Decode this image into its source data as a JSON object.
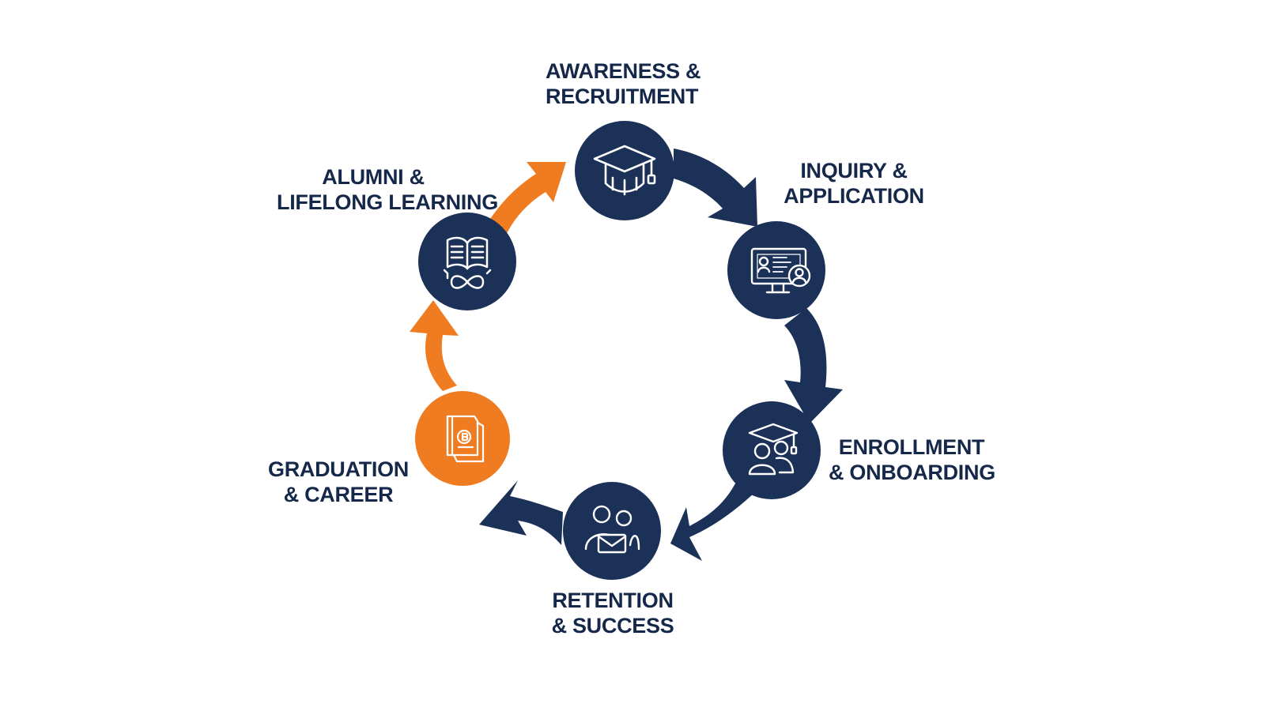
{
  "colors": {
    "navy": "#1b3157",
    "orange": "#f07c22",
    "icon_stroke": "#ffffff",
    "label_text": "#16284a",
    "background": "#ffffff"
  },
  "stages": [
    {
      "id": "awareness",
      "lines": [
        "AWARENESS &",
        "RECRUITMENT"
      ],
      "icon": "graduation-cap-icon",
      "color": "navy"
    },
    {
      "id": "inquiry",
      "lines": [
        "INQUIRY &",
        "APPLICATION"
      ],
      "icon": "computer-profile-icon",
      "color": "navy"
    },
    {
      "id": "enrollment",
      "lines": [
        "ENROLLMENT",
        "& ONBOARDING"
      ],
      "icon": "student-group-cap-icon",
      "color": "navy"
    },
    {
      "id": "retention",
      "lines": [
        "RETENTION",
        "& SUCCESS"
      ],
      "icon": "people-message-icon",
      "color": "navy"
    },
    {
      "id": "graduation",
      "lines": [
        "GRADUATION",
        "& CAREER"
      ],
      "icon": "diploma-book-icon",
      "color": "orange"
    },
    {
      "id": "alumni",
      "lines": [
        "ALUMNI &",
        "LIFELONG LEARNING"
      ],
      "icon": "open-book-infinity-icon",
      "color": "navy"
    }
  ],
  "arrows": [
    {
      "from": "awareness",
      "to": "inquiry",
      "color": "navy"
    },
    {
      "from": "inquiry",
      "to": "enrollment",
      "color": "navy"
    },
    {
      "from": "enrollment",
      "to": "retention",
      "color": "navy"
    },
    {
      "from": "retention",
      "to": "graduation",
      "color": "navy"
    },
    {
      "from": "graduation",
      "to": "alumni",
      "color": "orange"
    },
    {
      "from": "alumni",
      "to": "awareness",
      "color": "orange"
    }
  ]
}
